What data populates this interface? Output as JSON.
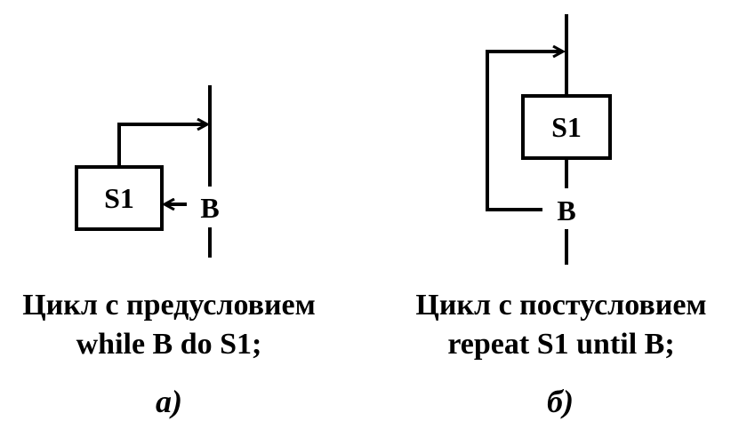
{
  "panel_a": {
    "block_label": "S1",
    "condition_label": "B",
    "caption_line1": "Цикл с предусловием",
    "caption_line2": "while B do S1;",
    "letter": "а)"
  },
  "panel_b": {
    "block_label": "S1",
    "condition_label": "B",
    "caption_line1": "Цикл с постусловием",
    "caption_line2": "repeat S1 until B;",
    "letter": "б)"
  }
}
